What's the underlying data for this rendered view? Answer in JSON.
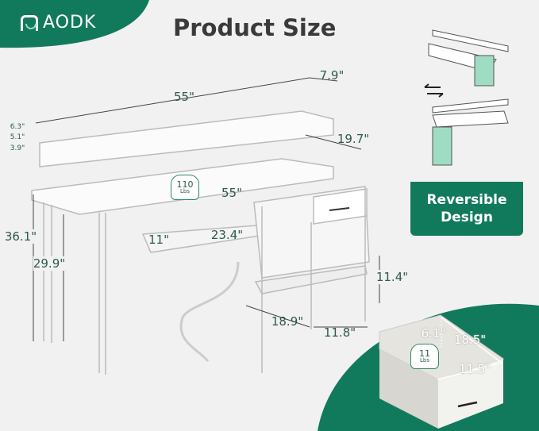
{
  "brand": {
    "logo_text": "AODK"
  },
  "title": "Product Size",
  "colors": {
    "brand_green": "#127a5c",
    "label": "#2f5a4a",
    "mint": "#8fd8bd"
  },
  "dimensions": {
    "top_width": "55\"",
    "shelf_depth": "7.9\"",
    "riser_1": "6.3\"",
    "riser_2": "5.1\"",
    "riser_3": "3.9\"",
    "desk_depth": "19.7\"",
    "desk_width": "55\"",
    "total_height": "36.1\"",
    "desk_height": "29.9\"",
    "tray_depth": "11\"",
    "tray_width": "23.4\"",
    "shelf_height": "11.4\"",
    "shelf_unit_depth": "18.9\"",
    "shelf_unit_width": "11.8\""
  },
  "desk_load": {
    "value": "110",
    "unit": "Lbs"
  },
  "drawer": {
    "height": "6.1\"",
    "length": "18.5\"",
    "width": "11.5\"",
    "load_value": "11",
    "load_unit": "Lbs"
  },
  "reversible": {
    "line1": "Reversible",
    "line2": "Design"
  }
}
